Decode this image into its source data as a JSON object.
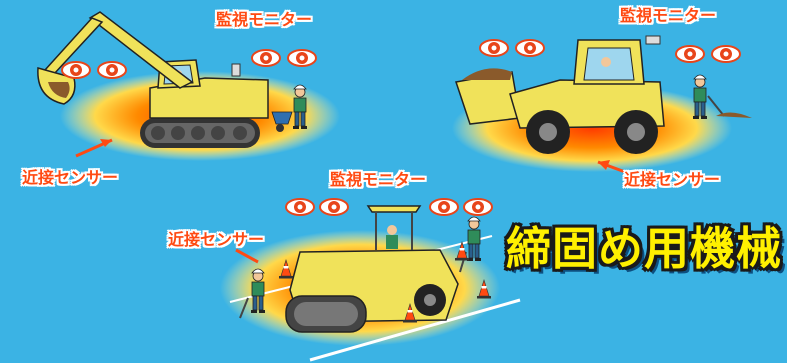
{
  "labels": {
    "monitor_1": "監視モニター",
    "monitor_2": "監視モニター",
    "monitor_3": "監視モニター",
    "sensor_1": "近接センサー",
    "sensor_2": "近接センサー",
    "sensor_3": "近接センサー",
    "title": "締固め用機械"
  },
  "colors": {
    "background": "#3bb3e4",
    "label": "#ff4a12",
    "title": "#fff000",
    "machine": "#f0e25a",
    "glow_inner": "#ff5a00",
    "glow_outer": "#ffe84d"
  },
  "icons": [
    "eye-icon",
    "excavator",
    "wheel-loader",
    "road-roller",
    "worker",
    "traffic-cone",
    "camera-icon"
  ]
}
